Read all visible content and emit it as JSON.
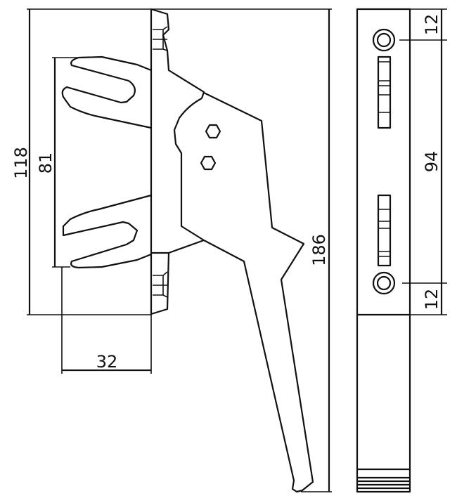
{
  "drawing": {
    "dimensions": {
      "overall_base_height": "118",
      "fork_span": "81",
      "base_depth": "32",
      "total_length": "186",
      "top_hole_offset": "12",
      "hole_spacing": "94",
      "bottom_hole_offset": "12"
    },
    "line_color": "#111111",
    "background": "#ffffff"
  }
}
